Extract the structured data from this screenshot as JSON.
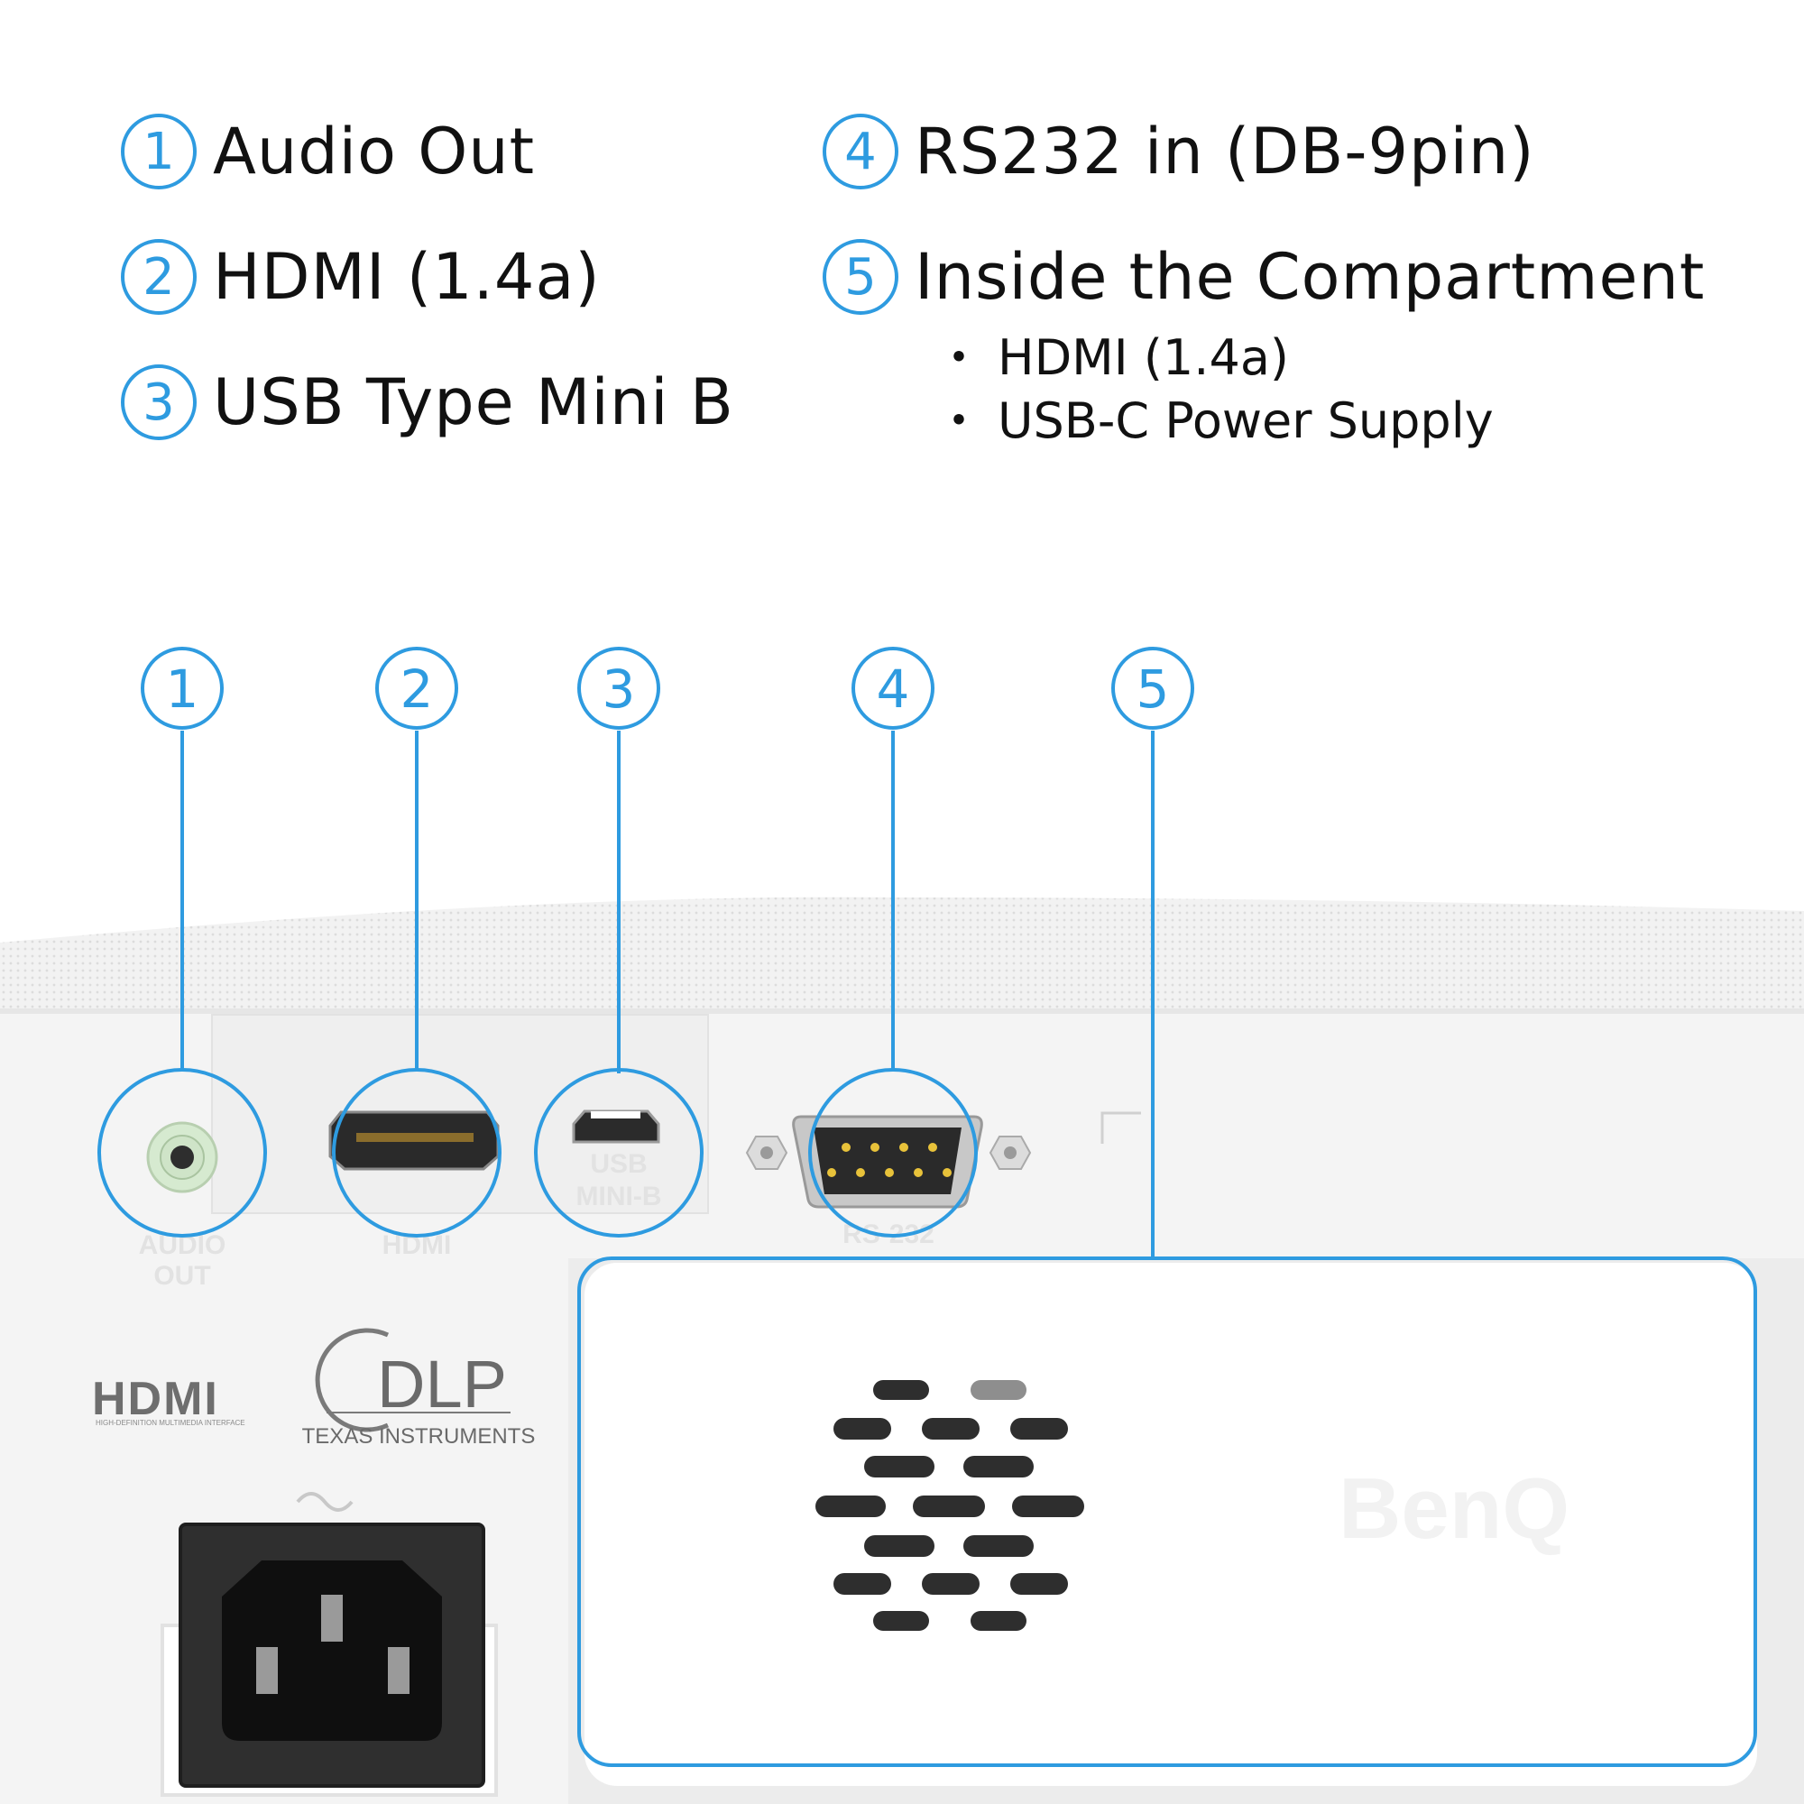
{
  "legend": {
    "items": [
      {
        "num": "1",
        "label": "Audio Out"
      },
      {
        "num": "2",
        "label": "HDMI (1.4a)"
      },
      {
        "num": "3",
        "label": "USB Type Mini B"
      },
      {
        "num": "4",
        "label": "RS232 in (DB-9pin)"
      },
      {
        "num": "5",
        "label": "Inside the Compartment"
      }
    ],
    "sub_items": [
      {
        "bullet": "・",
        "label": "HDMI (1.4a)"
      },
      {
        "bullet": "・",
        "label": "USB-C Power Supply"
      }
    ]
  },
  "callouts": [
    "1",
    "2",
    "3",
    "4",
    "5"
  ],
  "panel_labels": {
    "audio": "AUDIO",
    "audio2": "OUT",
    "hdmi": "HDMI",
    "usb": "USB",
    "usb2": "MINI-B",
    "rs232": "RS-232"
  },
  "logos": {
    "hdmi_logo": "HDMI",
    "hdmi_sub": "HIGH-DEFINITION MULTIMEDIA INTERFACE",
    "dlp": "DLP",
    "ti": "TEXAS INSTRUMENTS",
    "brand": "BenQ"
  },
  "colors": {
    "accent": "#2e9be0",
    "panel": "#f4f4f4",
    "socket": "#3a3a3a"
  }
}
